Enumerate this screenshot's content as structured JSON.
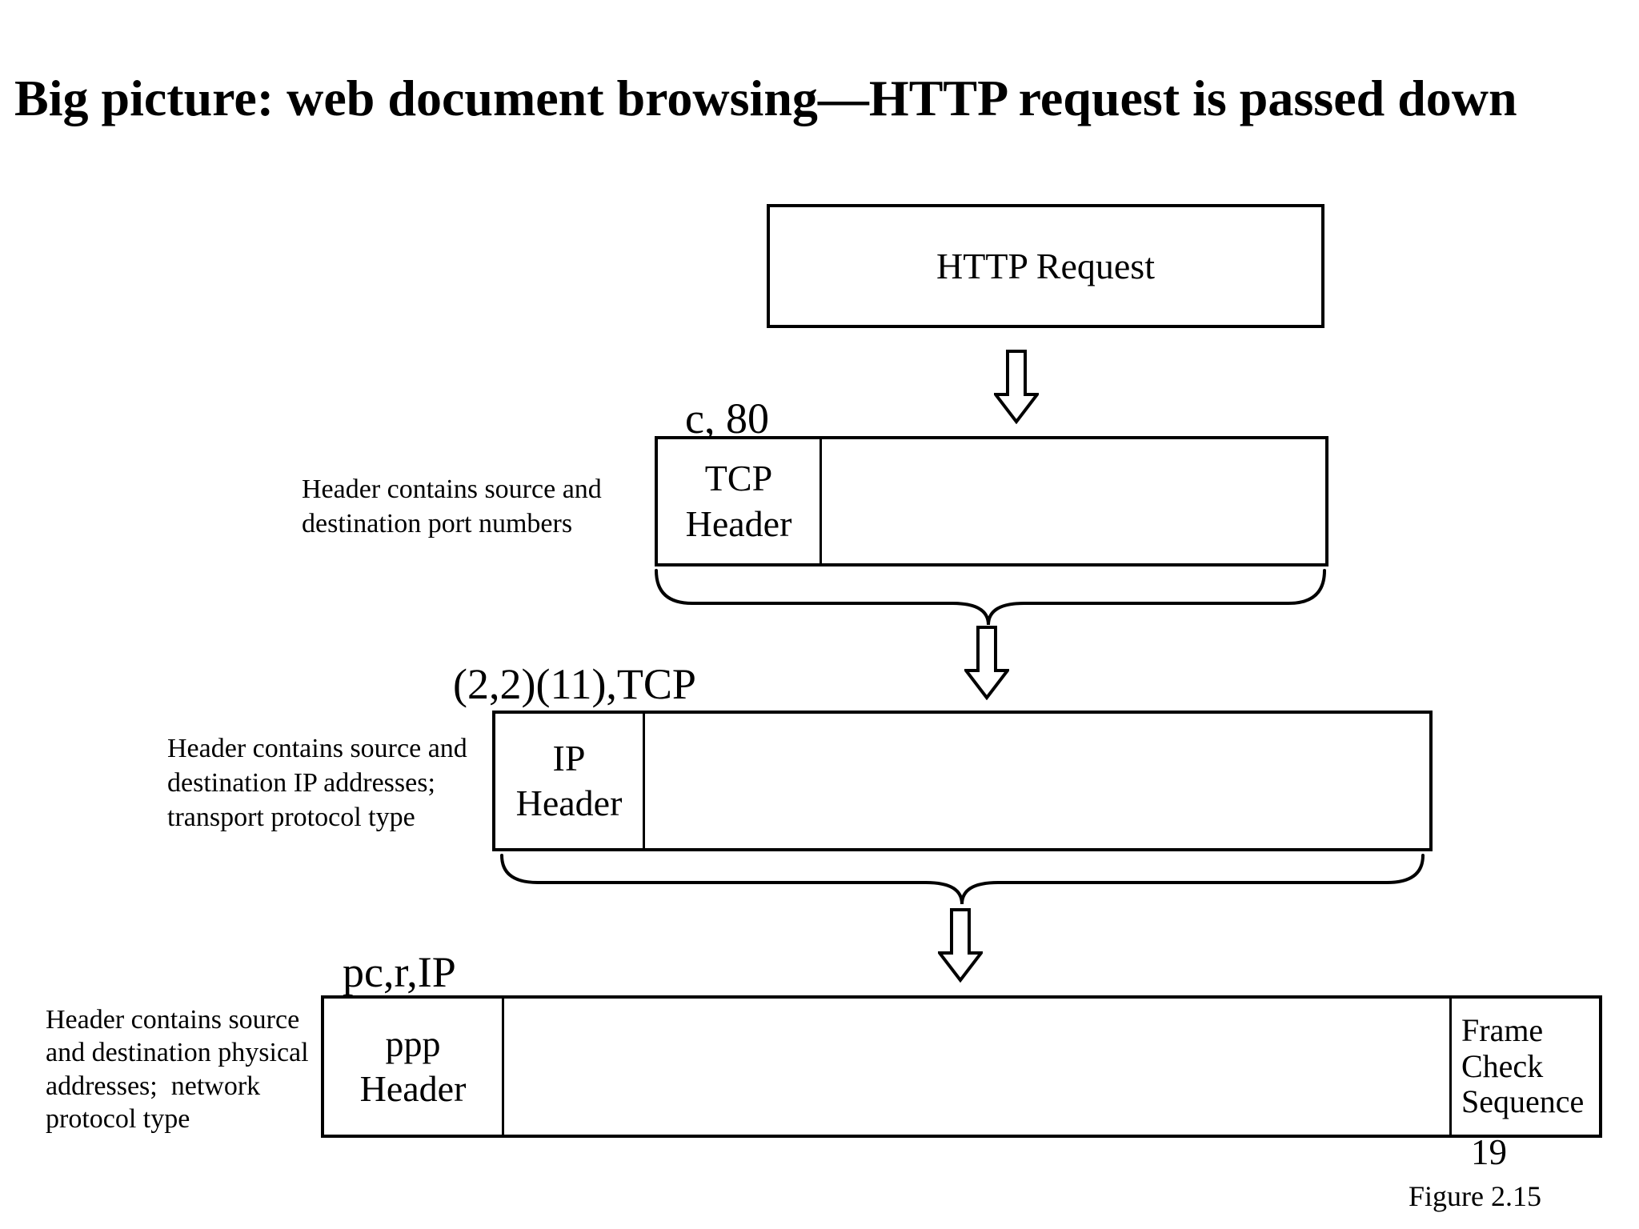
{
  "slide": {
    "title": "Big picture: web document browsing—HTTP request is passed down"
  },
  "http": {
    "label": "HTTP Request"
  },
  "tcp": {
    "ports_label": "c, 80",
    "header_lines": [
      "TCP",
      "Header"
    ],
    "annotation_lines": [
      "Header contains source and",
      "destination port numbers"
    ]
  },
  "ip": {
    "packet_label": "(2,2)(11),TCP",
    "header_lines": [
      "IP",
      "Header"
    ],
    "annotation_lines": [
      "Header contains source and",
      "destination IP addresses;",
      "transport protocol type"
    ]
  },
  "ppp": {
    "frame_label": "pc,r,IP",
    "header_lines": [
      "ppp",
      "Header"
    ],
    "fcs_lines": [
      "Frame",
      "Check",
      "Sequence"
    ],
    "annotation_lines": [
      "Header contains source",
      "and destination physical",
      "addresses;  network",
      "protocol type"
    ]
  },
  "footer": {
    "page_number": "19",
    "figure_caption": "Figure 2.15"
  },
  "colors": {
    "ink": "#000000",
    "background": "#ffffff"
  },
  "icons": {
    "down_arrow": "down-arrow-icon",
    "underbrace": "underbrace-icon"
  }
}
